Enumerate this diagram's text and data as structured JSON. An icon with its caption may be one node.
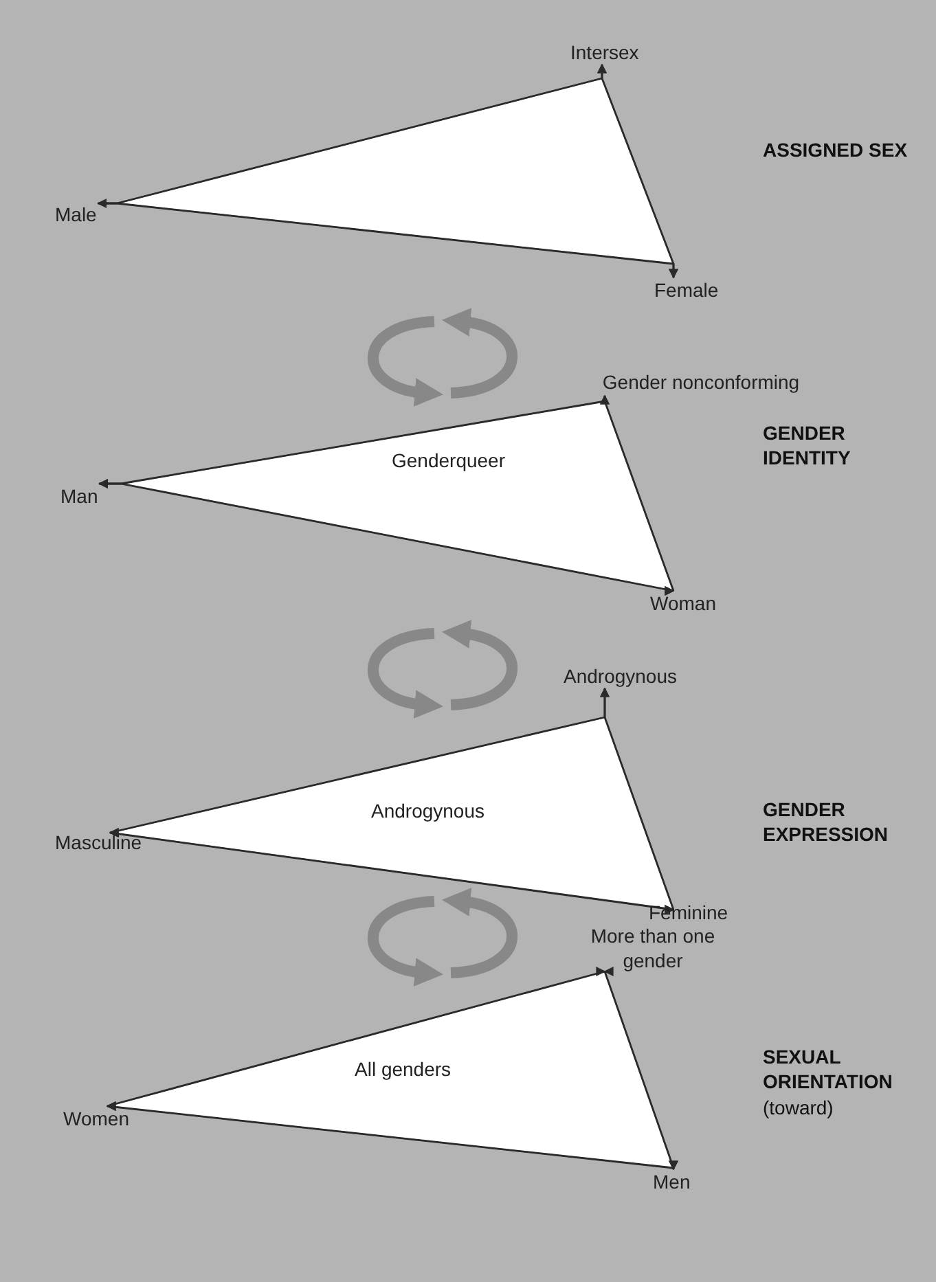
{
  "diagram": {
    "nodes": [
      {
        "text": [
          "Intersex"
        ]
      },
      {
        "text": [],
        "shape": "triangle"
      },
      {
        "text": [
          "Male"
        ]
      },
      {
        "text": [
          "Female"
        ]
      },
      {
        "text": [
          "Gender nonconforming"
        ]
      },
      {
        "text": [
          "Genderqueer"
        ]
      },
      {
        "text": [
          "Man"
        ]
      },
      {
        "text": [
          "Woman"
        ]
      },
      {
        "text": [
          "Androgynous"
        ]
      },
      {
        "text": [
          "Androgynous"
        ]
      },
      {
        "text": [
          "Masculine"
        ]
      },
      {
        "text": [
          "Feminine"
        ]
      },
      {
        "text": [
          "More than one gender"
        ]
      },
      {
        "text": [
          "All genders"
        ]
      },
      {
        "text": [
          "Women"
        ]
      },
      {
        "text": [
          "Men"
        ]
      }
    ],
    "edges": [
      {
        "from": 2,
        "to": 0,
        "arrow": "both"
      },
      {
        "from": 0,
        "to": 3,
        "arrow": "both"
      },
      {
        "from": 2,
        "to": 3,
        "arrow": "both"
      },
      {
        "from": 6,
        "to": 4,
        "arrow": "both"
      },
      {
        "from": 4,
        "to": 7,
        "arrow": "both"
      },
      {
        "from": 6,
        "to": 7,
        "arrow": "both"
      },
      {
        "from": 10,
        "to": 8,
        "arrow": "both"
      },
      {
        "from": 8,
        "to": 11,
        "arrow": "both"
      },
      {
        "from": 10,
        "to": 11,
        "arrow": "both"
      },
      {
        "from": 14,
        "to": 12,
        "arrow": "both"
      },
      {
        "from": 12,
        "to": 15,
        "arrow": "both"
      },
      {
        "from": 14,
        "to": 15,
        "arrow": "both"
      }
    ],
    "labels": [
      "ASSIGNED SEX",
      "GENDER IDENTITY",
      "GENDER EXPRESSION",
      "SEXUAL ORIENTATION",
      "(toward)"
    ]
  }
}
